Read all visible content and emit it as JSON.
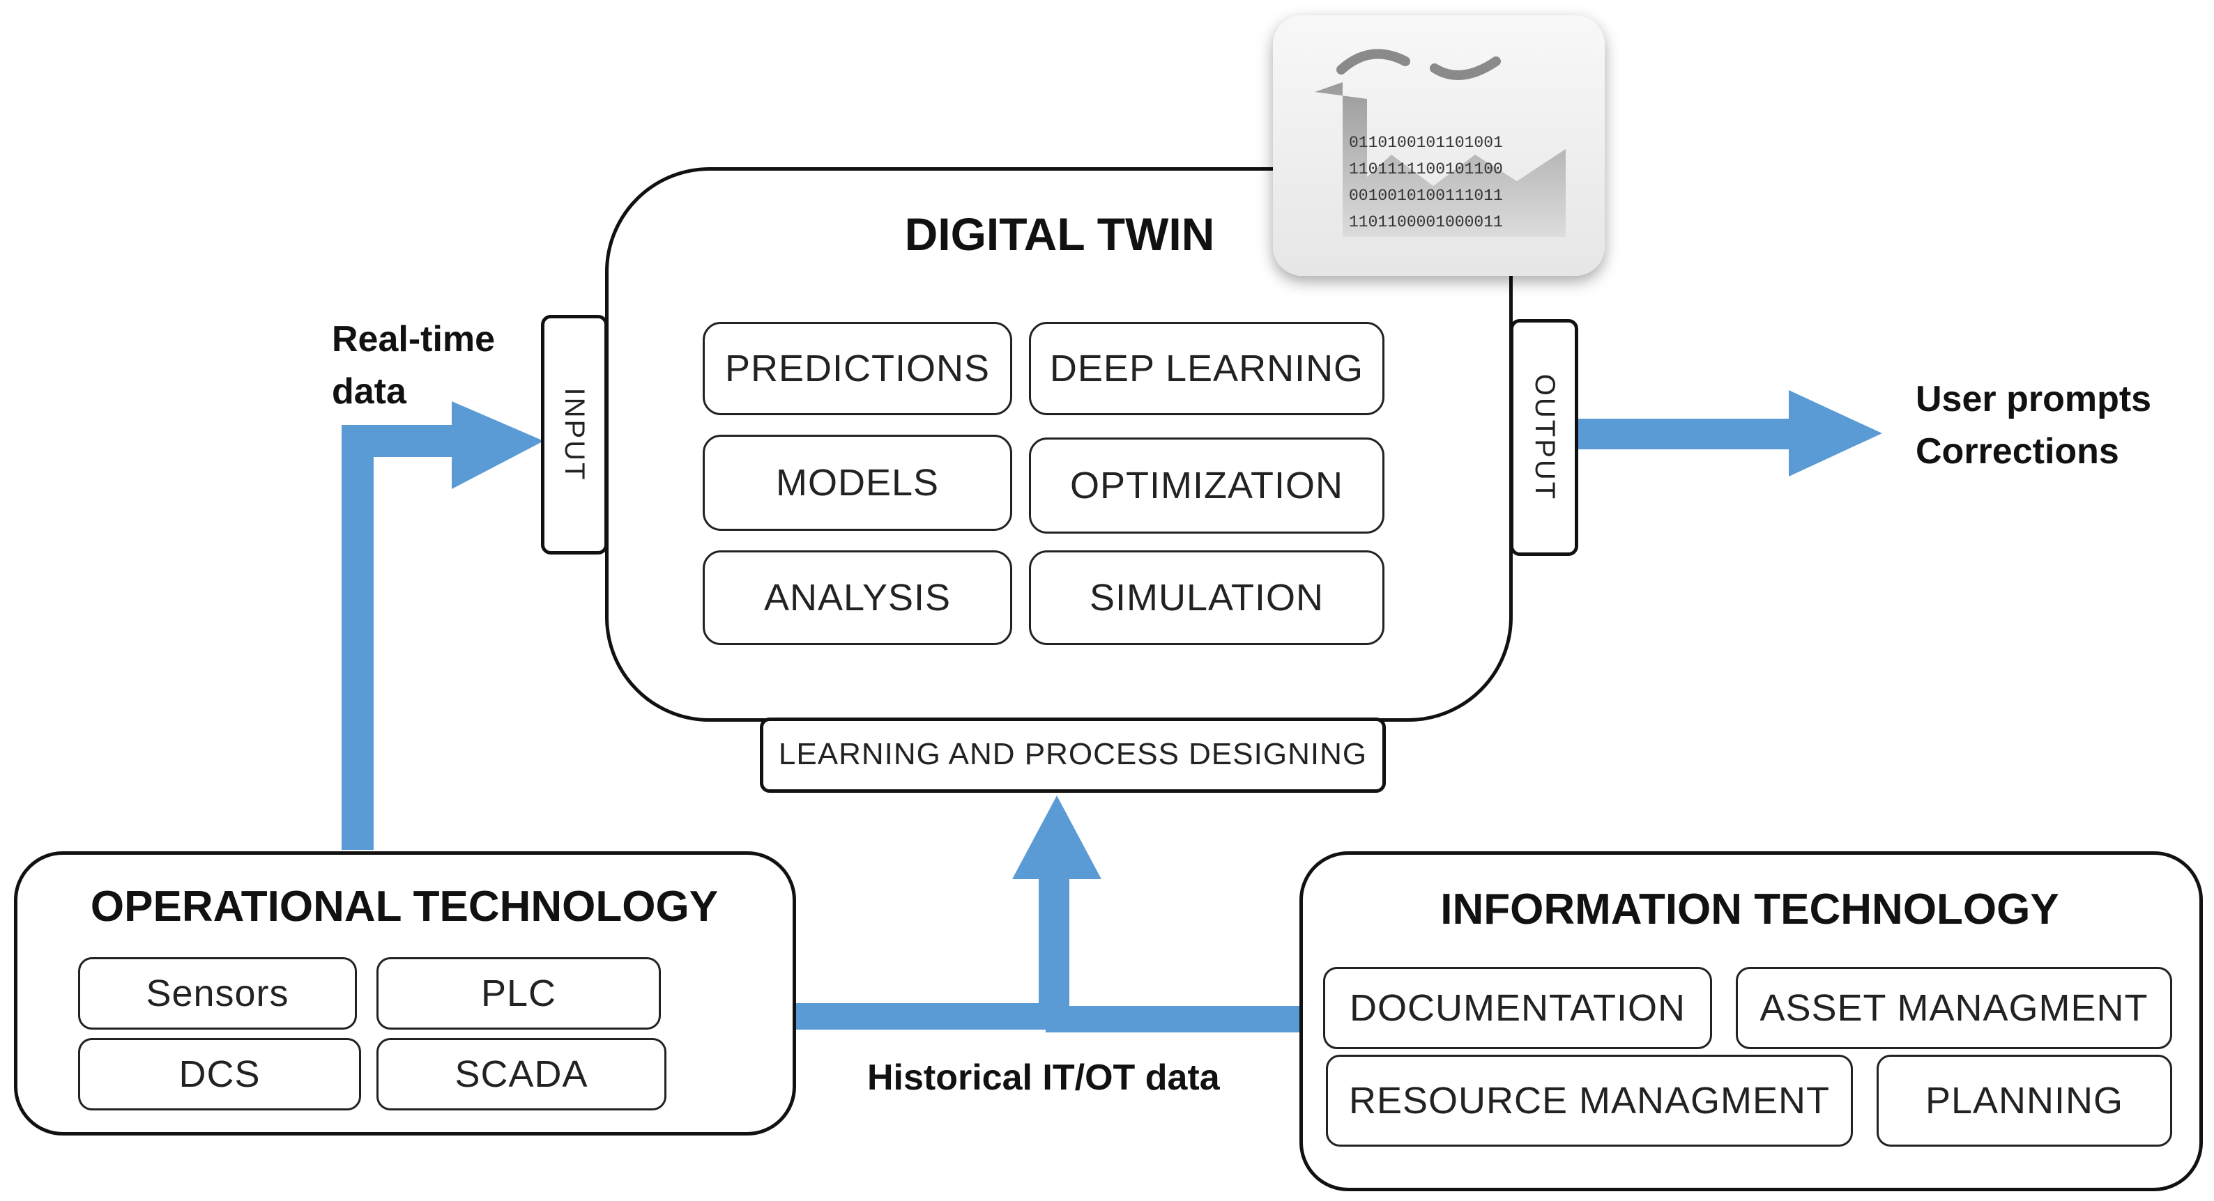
{
  "digital_twin": {
    "title": "DIGITAL TWIN",
    "modules": [
      "PREDICTIONS",
      "DEEP LEARNING",
      "MODELS",
      "OPTIMIZATION",
      "ANALYSIS",
      "SIMULATION"
    ],
    "input_label": "INPUT",
    "output_label": "OUTPUT",
    "learning_bar": "LEARNING AND PROCESS DESIGNING",
    "binary_lines": [
      "0110100101101001",
      "1101111100101100",
      "0010010100111011",
      "1101100001000011"
    ]
  },
  "operational_technology": {
    "title": "OPERATIONAL TECHNOLOGY",
    "items": [
      "Sensors",
      "PLC",
      "DCS",
      "SCADA"
    ]
  },
  "information_technology": {
    "title": "INFORMATION TECHNOLOGY",
    "items": [
      "DOCUMENTATION",
      "ASSET MANAGMENT",
      "RESOURCE MANAGMENT",
      "PLANNING"
    ]
  },
  "flows": {
    "realtime": [
      "Real-time",
      "data"
    ],
    "user": [
      "User prompts",
      "Corrections"
    ],
    "historical": "Historical IT/OT data"
  },
  "colors": {
    "arrow": "#5b9bd5",
    "border": "#111111"
  },
  "icons": {
    "digital_twin_card": "factory-binary-icon"
  }
}
